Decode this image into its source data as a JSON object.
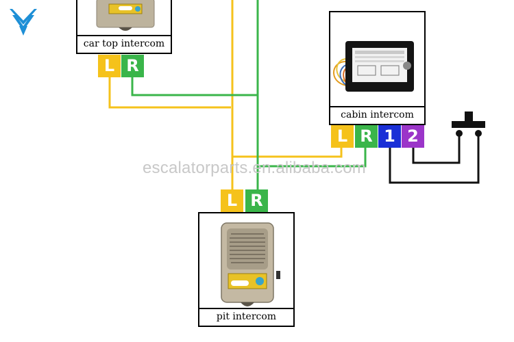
{
  "colors": {
    "yellow": "#f5c21b",
    "green": "#3ab54a",
    "blue": "#1a2fd6",
    "purple": "#9b35c9",
    "wire_black": "#111111",
    "logo_blue": "#1e8fd6"
  },
  "logo": {
    "icon": "chevron-logo-icon"
  },
  "car_top_intercom": {
    "label": "car top intercom",
    "terminals": [
      "L",
      "R"
    ]
  },
  "cabin_intercom": {
    "label": "cabin intercom",
    "terminals": [
      "L",
      "R",
      "1",
      "2"
    ]
  },
  "pit_intercom": {
    "label": "pit intercom",
    "terminals": [
      "L",
      "R"
    ]
  },
  "push_button": {
    "icon": "push-button-switch-icon"
  },
  "watermark": "escalatorparts.en.alibaba.com"
}
